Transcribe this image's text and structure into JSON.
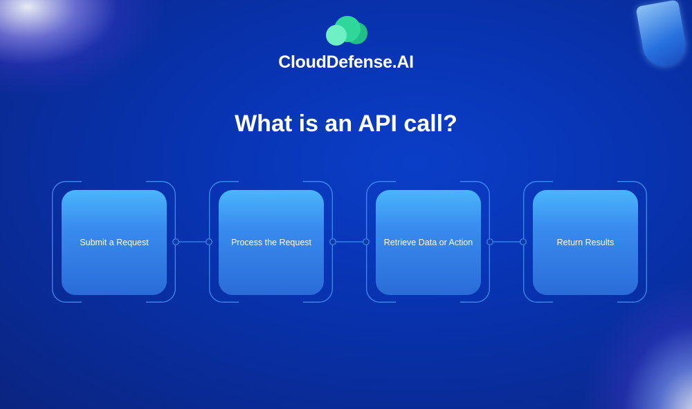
{
  "brand": {
    "name": "CloudDefense.AI",
    "logo_colors": [
      "#1fbf85",
      "#2fd89a",
      "#6ef0c4"
    ]
  },
  "title": "What is an API call?",
  "steps": [
    {
      "label": "Submit a Request"
    },
    {
      "label": "Process the Request"
    },
    {
      "label": "Retrieve Data or Action"
    },
    {
      "label": "Return Results"
    }
  ]
}
